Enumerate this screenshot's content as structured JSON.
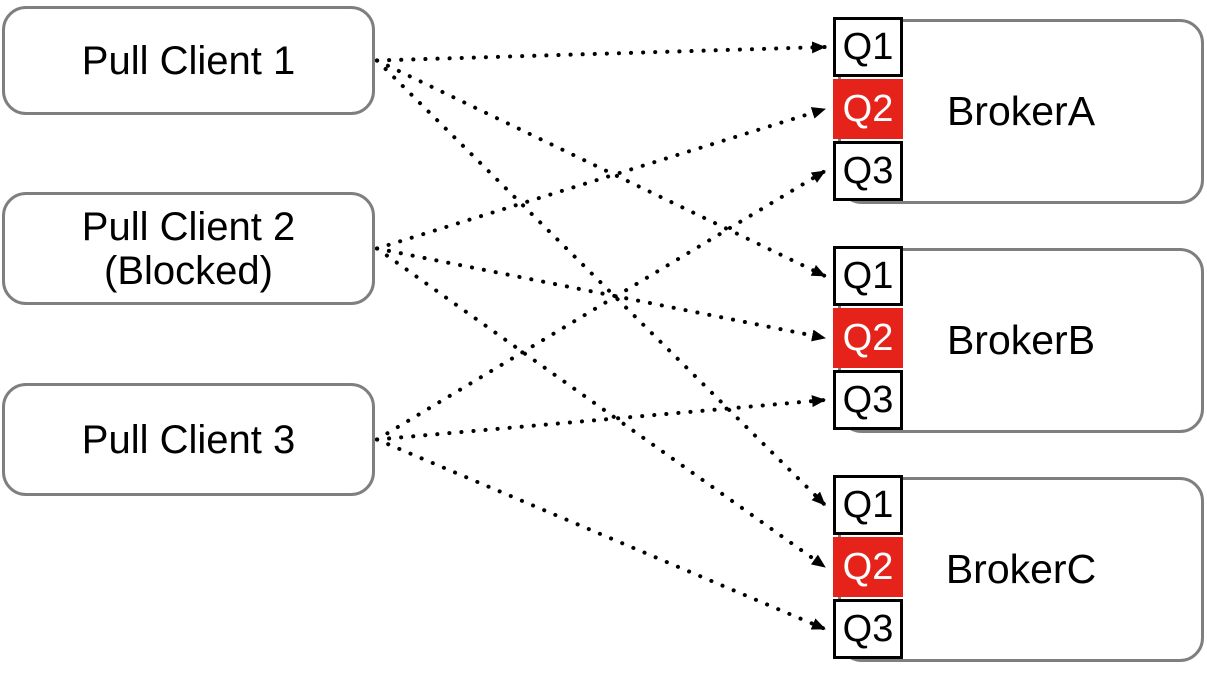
{
  "diagram": {
    "clients": [
      {
        "id": "client1",
        "label": "Pull Client 1"
      },
      {
        "id": "client2",
        "label": "Pull Client 2",
        "sublabel": "(Blocked)"
      },
      {
        "id": "client3",
        "label": "Pull Client 3"
      }
    ],
    "brokers": [
      {
        "id": "brokerA",
        "label": "BrokerA",
        "queues": [
          {
            "id": "q1",
            "label": "Q1",
            "blocked": false
          },
          {
            "id": "q2",
            "label": "Q2",
            "blocked": true
          },
          {
            "id": "q3",
            "label": "Q3",
            "blocked": false
          }
        ]
      },
      {
        "id": "brokerB",
        "label": "BrokerB",
        "queues": [
          {
            "id": "q1",
            "label": "Q1",
            "blocked": false
          },
          {
            "id": "q2",
            "label": "Q2",
            "blocked": true
          },
          {
            "id": "q3",
            "label": "Q3",
            "blocked": false
          }
        ]
      },
      {
        "id": "brokerC",
        "label": "BrokerC",
        "queues": [
          {
            "id": "q1",
            "label": "Q1",
            "blocked": false
          },
          {
            "id": "q2",
            "label": "Q2",
            "blocked": true
          },
          {
            "id": "q3",
            "label": "Q3",
            "blocked": false
          }
        ]
      }
    ],
    "edges": [
      {
        "from": "client1",
        "to": "brokerA.q1"
      },
      {
        "from": "client1",
        "to": "brokerB.q1"
      },
      {
        "from": "client1",
        "to": "brokerC.q1"
      },
      {
        "from": "client2",
        "to": "brokerA.q2"
      },
      {
        "from": "client2",
        "to": "brokerB.q2"
      },
      {
        "from": "client2",
        "to": "brokerC.q2"
      },
      {
        "from": "client3",
        "to": "brokerA.q3"
      },
      {
        "from": "client3",
        "to": "brokerB.q3"
      },
      {
        "from": "client3",
        "to": "brokerC.q3"
      }
    ],
    "arrow_style": "dotted",
    "colors": {
      "blocked_queue_bg": "#E5231B",
      "blocked_queue_text": "#FFFFFF",
      "box_border": "#7F7F7F",
      "queue_border": "#000000",
      "arrow": "#000000",
      "text": "#000000",
      "background": "#FFFFFF"
    }
  }
}
